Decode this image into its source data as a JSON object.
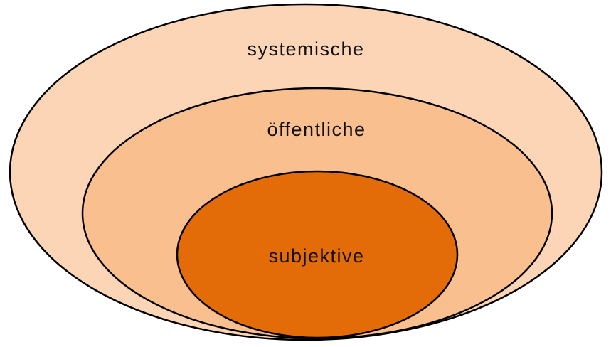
{
  "diagram": {
    "type": "nested-ellipses",
    "layers": [
      {
        "id": "outer",
        "label": "systemische",
        "fill": "#FBD5B5",
        "stroke": "#000000"
      },
      {
        "id": "middle",
        "label": "öffentliche",
        "fill": "#F9BF8F",
        "stroke": "#000000"
      },
      {
        "id": "inner",
        "label": "subjektive",
        "fill": "#E36C09",
        "stroke": "#000000"
      }
    ]
  }
}
